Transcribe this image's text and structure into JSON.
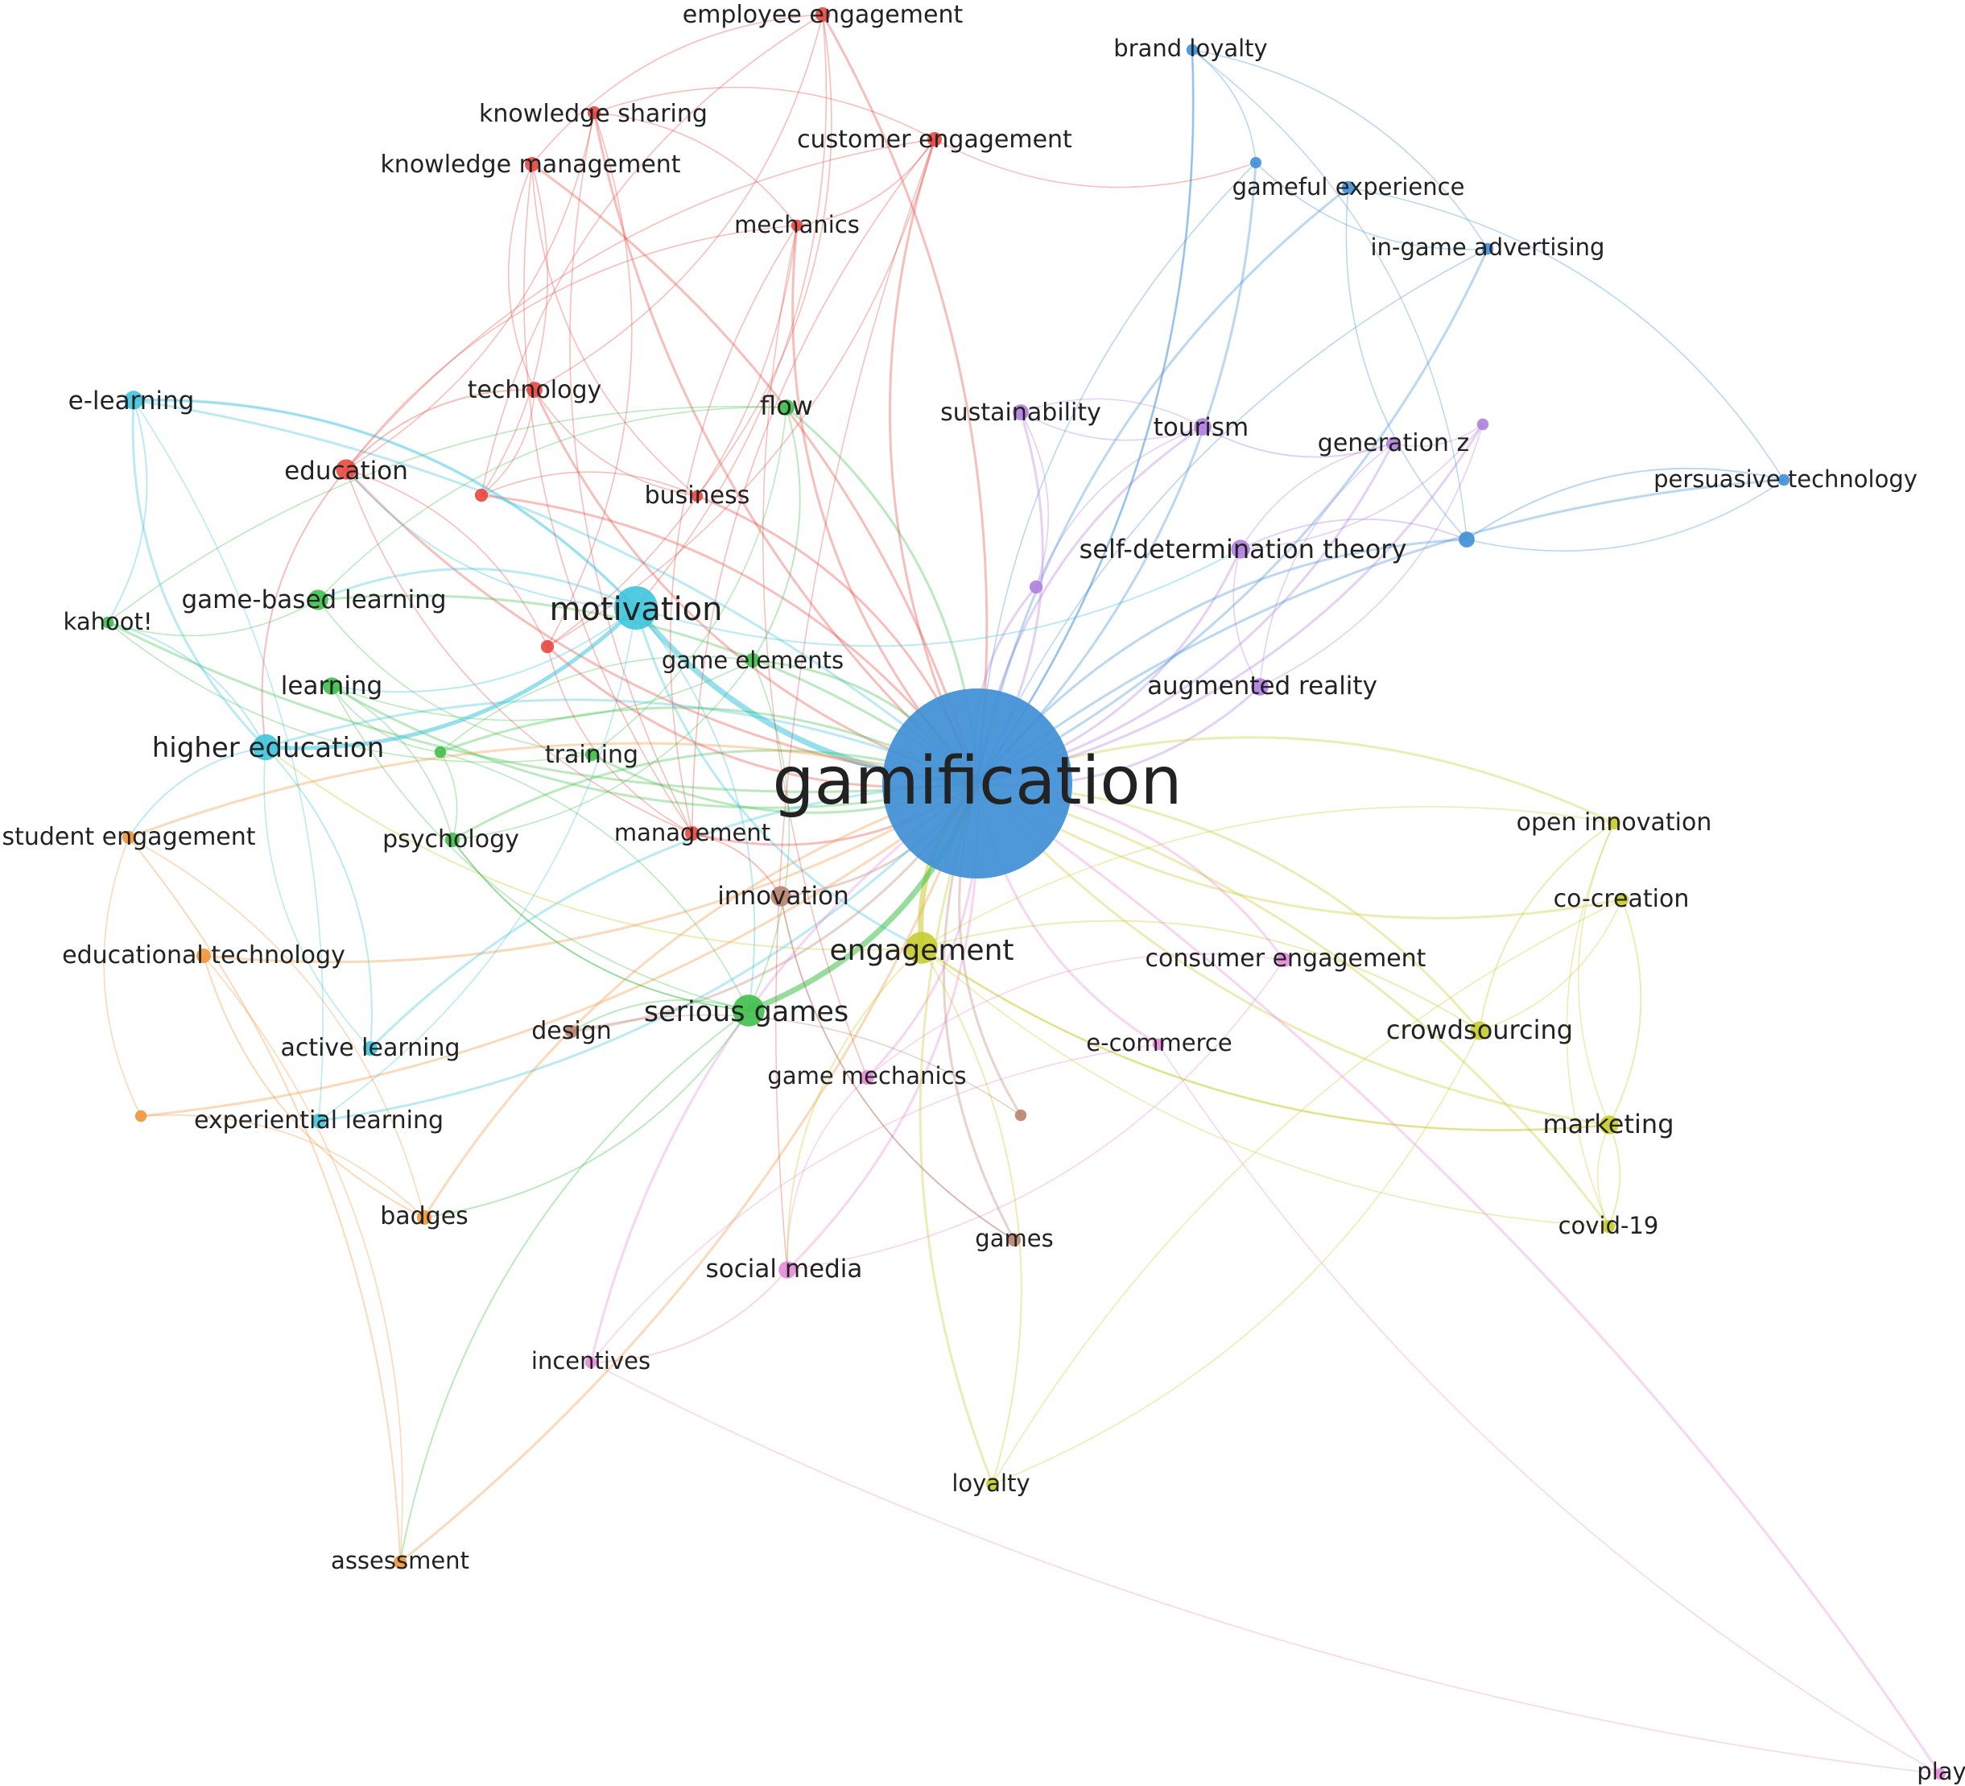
{
  "network": {
    "clusters": {
      "red": "#e8473f",
      "green": "#3fbf4a",
      "blue": "#3f8fd6",
      "yellow": "#c7cc2e",
      "purple": "#b07ee0",
      "cyan": "#3fc4dc",
      "orange": "#f0943a",
      "brown": "#b9826f",
      "pink": "#e68ad6"
    },
    "nodes": [
      {
        "id": "gamification",
        "label": "gamification",
        "cluster": "blue",
        "weight": 100
      },
      {
        "id": "motivation",
        "label": "motivation",
        "cluster": "cyan",
        "weight": 30
      },
      {
        "id": "engagement",
        "label": "engagement",
        "cluster": "yellow",
        "weight": 22
      },
      {
        "id": "serious-games",
        "label": "serious games",
        "cluster": "green",
        "weight": 22
      },
      {
        "id": "higher-education",
        "label": "higher education",
        "cluster": "cyan",
        "weight": 18
      },
      {
        "id": "education",
        "label": "education",
        "cluster": "red",
        "weight": 14
      },
      {
        "id": "game-based-learning",
        "label": "game-based learning",
        "cluster": "green",
        "weight": 14
      },
      {
        "id": "innovation",
        "label": "innovation",
        "cluster": "brown",
        "weight": 14
      },
      {
        "id": "e-learning",
        "label": "e-learning",
        "cluster": "cyan",
        "weight": 13
      },
      {
        "id": "learning",
        "label": "learning",
        "cluster": "green",
        "weight": 12
      },
      {
        "id": "self-determination-theory",
        "label": "self-determination theory",
        "cluster": "purple",
        "weight": 13
      },
      {
        "id": "tourism",
        "label": "tourism",
        "cluster": "purple",
        "weight": 12
      },
      {
        "id": "augmented-reality",
        "label": "augmented reality",
        "cluster": "purple",
        "weight": 12
      },
      {
        "id": "crowdsourcing",
        "label": "crowdsourcing",
        "cluster": "yellow",
        "weight": 13
      },
      {
        "id": "marketing",
        "label": "marketing",
        "cluster": "yellow",
        "weight": 13
      },
      {
        "id": "social-media",
        "label": "social media",
        "cluster": "pink",
        "weight": 12
      },
      {
        "id": "flow",
        "label": "flow",
        "cluster": "green",
        "weight": 11
      },
      {
        "id": "technology",
        "label": "technology",
        "cluster": "red",
        "weight": 11
      },
      {
        "id": "sustainability",
        "label": "sustainability",
        "cluster": "purple",
        "weight": 11
      },
      {
        "id": "customer-engagement",
        "label": "customer engagement",
        "cluster": "red",
        "weight": 10
      },
      {
        "id": "employee-engagement",
        "label": "employee engagement",
        "cluster": "red",
        "weight": 10
      },
      {
        "id": "knowledge-sharing",
        "label": "knowledge sharing",
        "cluster": "red",
        "weight": 9
      },
      {
        "id": "knowledge-management",
        "label": "knowledge management",
        "cluster": "red",
        "weight": 10
      },
      {
        "id": "mechanics",
        "label": "mechanics",
        "cluster": "red",
        "weight": 8
      },
      {
        "id": "business",
        "label": "business",
        "cluster": "red",
        "weight": 8
      },
      {
        "id": "management",
        "label": "management",
        "cluster": "red",
        "weight": 10
      },
      {
        "id": "game-elements",
        "label": "game elements",
        "cluster": "green",
        "weight": 10
      },
      {
        "id": "training",
        "label": "training",
        "cluster": "green",
        "weight": 9
      },
      {
        "id": "psychology",
        "label": "psychology",
        "cluster": "green",
        "weight": 10
      },
      {
        "id": "design",
        "label": "design",
        "cluster": "brown",
        "weight": 9
      },
      {
        "id": "games",
        "label": "games",
        "cluster": "brown",
        "weight": 9
      },
      {
        "id": "kahoot",
        "label": "kahoot!",
        "cluster": "green",
        "weight": 8
      },
      {
        "id": "student-engagement",
        "label": "student engagement",
        "cluster": "orange",
        "weight": 9
      },
      {
        "id": "educational-technology",
        "label": "educational technology",
        "cluster": "orange",
        "weight": 10
      },
      {
        "id": "active-learning",
        "label": "active learning",
        "cluster": "cyan",
        "weight": 10
      },
      {
        "id": "experiential-learning",
        "label": "experiential learning",
        "cluster": "cyan",
        "weight": 10
      },
      {
        "id": "badges",
        "label": "badges",
        "cluster": "orange",
        "weight": 10
      },
      {
        "id": "assessment",
        "label": "assessment",
        "cluster": "orange",
        "weight": 9
      },
      {
        "id": "incentives",
        "label": "incentives",
        "cluster": "pink",
        "weight": 8
      },
      {
        "id": "game-mechanics",
        "label": "game mechanics",
        "cluster": "pink",
        "weight": 10
      },
      {
        "id": "e-commerce",
        "label": "e-commerce",
        "cluster": "pink",
        "weight": 8
      },
      {
        "id": "consumer-engagement",
        "label": "consumer engagement",
        "cluster": "pink",
        "weight": 10
      },
      {
        "id": "loyalty",
        "label": "loyalty",
        "cluster": "yellow",
        "weight": 9
      },
      {
        "id": "open-innovation",
        "label": "open innovation",
        "cluster": "yellow",
        "weight": 9
      },
      {
        "id": "co-creation",
        "label": "co-creation",
        "cluster": "yellow",
        "weight": 9
      },
      {
        "id": "covid-19",
        "label": "covid-19",
        "cluster": "yellow",
        "weight": 9
      },
      {
        "id": "generation-z",
        "label": "generation z",
        "cluster": "purple",
        "weight": 9
      },
      {
        "id": "persuasive-technology",
        "label": "persuasive technology",
        "cluster": "blue",
        "weight": 8
      },
      {
        "id": "in-game-advertising",
        "label": "in-game advertising",
        "cluster": "blue",
        "weight": 8
      },
      {
        "id": "gameful-experience",
        "label": "gameful experience",
        "cluster": "blue",
        "weight": 9
      },
      {
        "id": "brand-loyalty",
        "label": "brand loyalty",
        "cluster": "blue",
        "weight": 8
      },
      {
        "id": "play",
        "label": "play",
        "cluster": "pink",
        "weight": 7
      },
      {
        "id": "u-red-1",
        "label": "",
        "cluster": "red",
        "weight": 9
      },
      {
        "id": "u-red-2",
        "label": "",
        "cluster": "red",
        "weight": 9
      },
      {
        "id": "u-green-1",
        "label": "",
        "cluster": "green",
        "weight": 8
      },
      {
        "id": "u-purple-1",
        "label": "",
        "cluster": "purple",
        "weight": 9
      },
      {
        "id": "u-purple-2",
        "label": "",
        "cluster": "purple",
        "weight": 8
      },
      {
        "id": "u-blue-1",
        "label": "",
        "cluster": "blue",
        "weight": 11
      },
      {
        "id": "u-blue-2",
        "label": "",
        "cluster": "blue",
        "weight": 7
      },
      {
        "id": "u-orange-1",
        "label": "",
        "cluster": "orange",
        "weight": 8
      },
      {
        "id": "u-brown-1",
        "label": "",
        "cluster": "brown",
        "weight": 8
      }
    ]
  }
}
